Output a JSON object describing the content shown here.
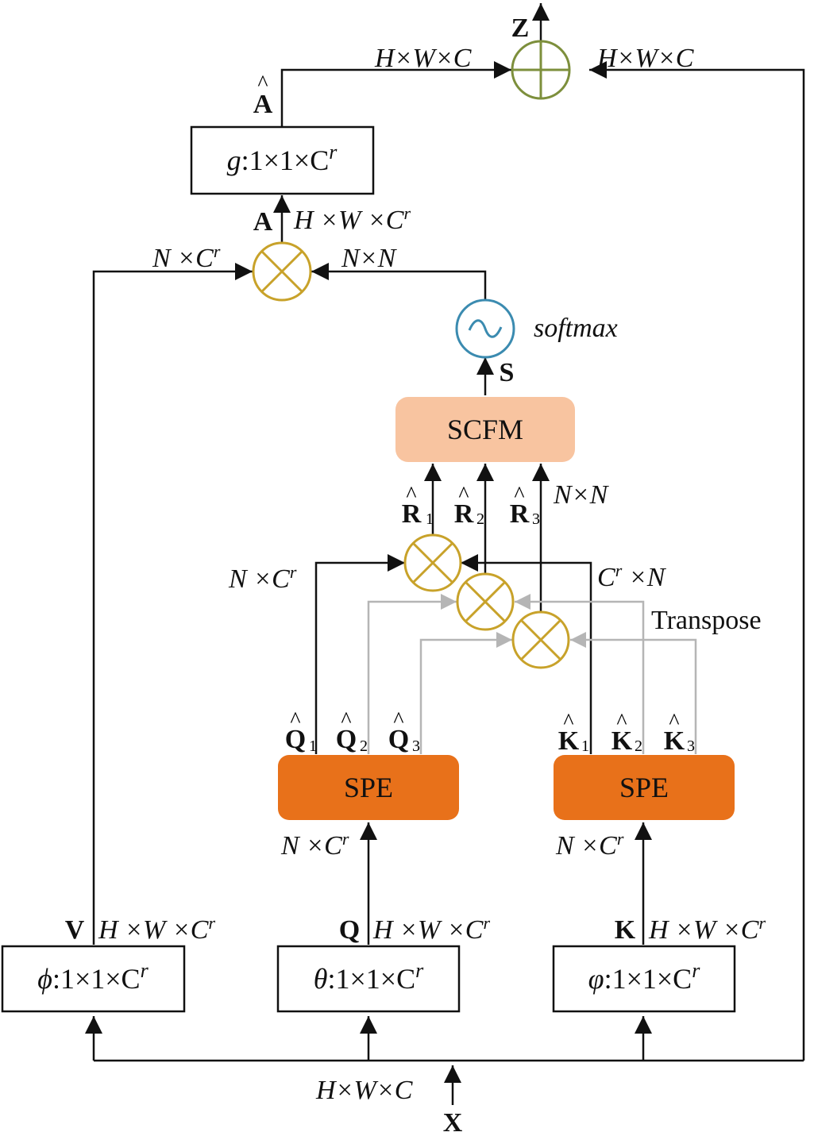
{
  "colors": {
    "line": "#111111",
    "gray_line": "#b5b5b5",
    "mult_circle": "#c8a22a",
    "add_circle": "#7d8f3c",
    "softmax_circle": "#3b8bb0",
    "scfm_fill": "#f8c4a0",
    "spe_fill": "#e8711a"
  },
  "boxes": {
    "g": {
      "func": "g",
      "rest": ":1×1×C",
      "sup": "r"
    },
    "phi": {
      "func": "ϕ",
      "rest": ":1×1×C",
      "sup": "r"
    },
    "theta": {
      "func": "θ",
      "rest": ":1×1×C",
      "sup": "r"
    },
    "varphi": {
      "func": "φ",
      "rest": ":1×1×C",
      "sup": "r"
    }
  },
  "modules": {
    "scfm": "SCFM",
    "spe_left": "SPE",
    "spe_right": "SPE"
  },
  "symbols": {
    "z": "Z",
    "a_hat": "A",
    "a": "A",
    "s": "S",
    "v": "V",
    "q": "Q",
    "k": "K",
    "x": "X",
    "hat": "^",
    "r1": "R",
    "r2": "R",
    "r3": "R",
    "q1": "Q",
    "q2": "Q",
    "q3": "Q",
    "k1": "K",
    "k2": "K",
    "k3": "K",
    "sub1": "1",
    "sub2": "2",
    "sub3": "3"
  },
  "dims": {
    "hwc_top_left": "H×W×C",
    "hwc_top_right": "H×W×C",
    "hwcr_a": {
      "base": "H ×W ×C",
      "sup": "r"
    },
    "ncr_left": {
      "base": "N ×C",
      "sup": "r"
    },
    "nn_top": "N×N",
    "nn_mid": "N×N",
    "ncr_mid": {
      "base": "N ×C",
      "sup": "r"
    },
    "crn": {
      "pre": "C",
      "sup": "r",
      "post": " ×N"
    },
    "ncr_spe_left": {
      "base": "N ×C",
      "sup": "r"
    },
    "ncr_spe_right": {
      "base": "N ×C",
      "sup": "r"
    },
    "hwcr_v": {
      "base": "H ×W ×C",
      "sup": "r"
    },
    "hwcr_q": {
      "base": "H ×W ×C",
      "sup": "r"
    },
    "hwcr_k": {
      "base": "H ×W ×C",
      "sup": "r"
    },
    "hwc_bottom": "H×W×C"
  },
  "labels": {
    "softmax": "softmax",
    "transpose": "Transpose"
  }
}
